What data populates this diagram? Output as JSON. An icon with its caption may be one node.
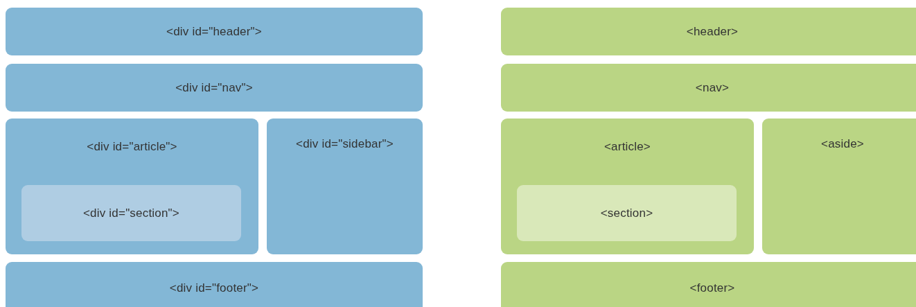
{
  "diagram": {
    "nodes": [
      {
        "text": [
          "<div id=\"header\">"
        ]
      },
      {
        "text": [
          "<div id=\"nav\">"
        ]
      },
      {
        "text": [
          "<div id=\"article\">"
        ]
      },
      {
        "text": [
          "<div id=\"section\">"
        ],
        "in": 2
      },
      {
        "text": [
          "<div id=\"sidebar\">"
        ]
      },
      {
        "text": [
          "<div id=\"footer\">"
        ]
      },
      {
        "text": [
          "<header>"
        ]
      },
      {
        "text": [
          "<nav>"
        ]
      },
      {
        "text": [
          "<article>"
        ]
      },
      {
        "text": [
          "<section>"
        ],
        "in": 8
      },
      {
        "text": [
          "<aside>"
        ]
      },
      {
        "text": [
          "<footer>"
        ]
      }
    ]
  }
}
